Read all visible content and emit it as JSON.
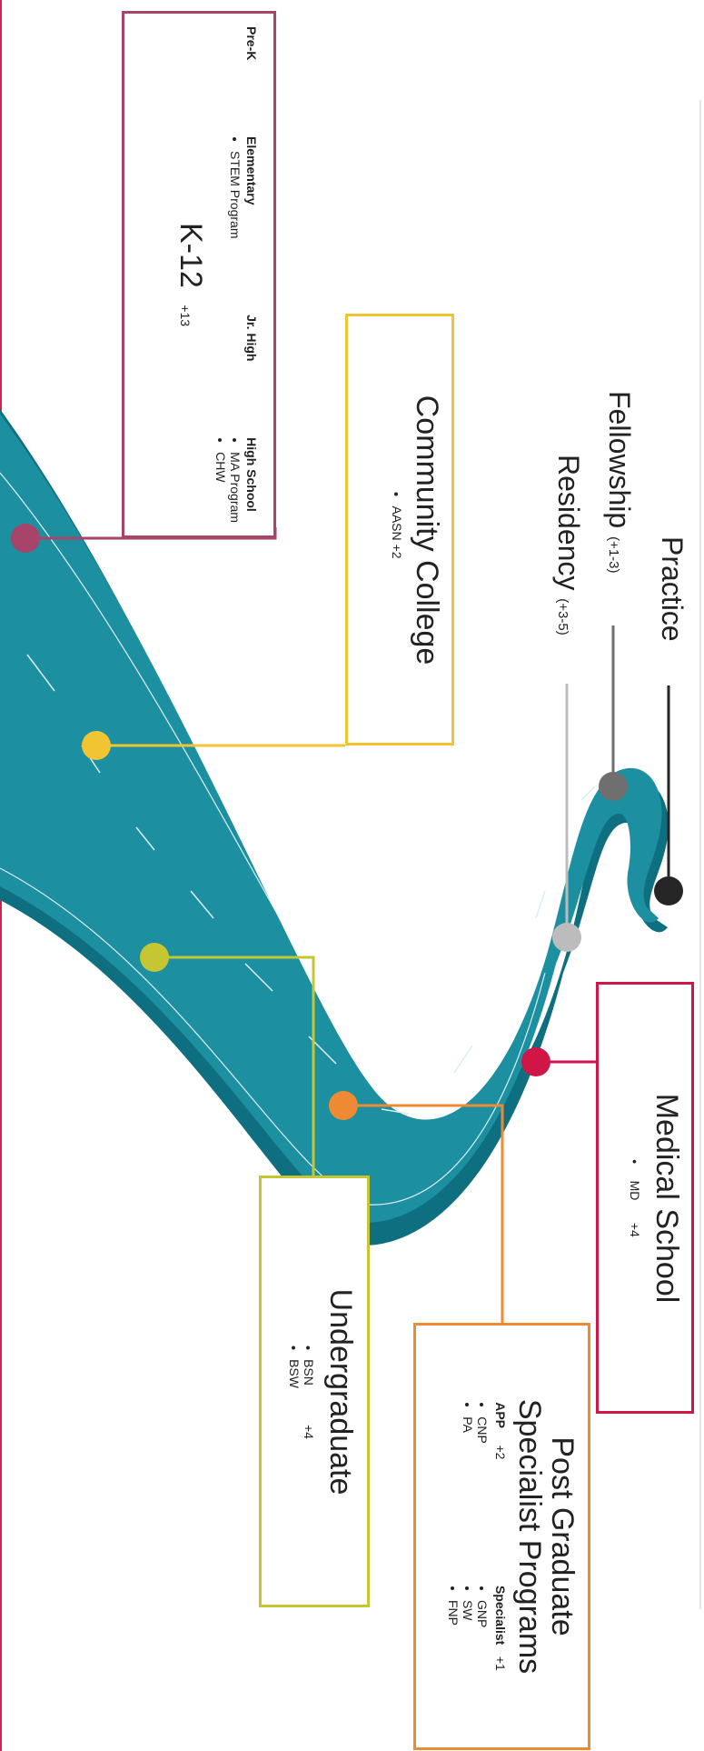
{
  "colors": {
    "road": "#1c8fa0",
    "road_shadow": "#0e6f80",
    "k12": "#a8436a",
    "community_college": "#f1c432",
    "undergraduate": "#c6c632",
    "post_graduate": "#ee8a33",
    "medical_school": "#d01547",
    "residency": "#bcbcbc",
    "fellowship": "#6f6f6f",
    "practice": "#262626"
  },
  "k12": {
    "title": "K-12",
    "years": "+13",
    "grades": [
      {
        "name": "Pre-K",
        "items": []
      },
      {
        "name": "Elementary",
        "items": [
          "STEM Program"
        ]
      },
      {
        "name": "Jr. High",
        "items": []
      },
      {
        "name": "High School",
        "items": [
          "MA Program",
          "CHW"
        ]
      }
    ]
  },
  "community_college": {
    "title": "Community College",
    "items": [
      "AASN +2"
    ]
  },
  "undergraduate": {
    "title": "Undergraduate",
    "years": "+4",
    "items": [
      "BSN",
      "BSW"
    ]
  },
  "post_graduate": {
    "title_line1": "Post Graduate",
    "title_line2": "Specialist Programs",
    "app_label": "APP",
    "app_years": "+2",
    "app_items": [
      "CNP",
      "PA"
    ],
    "specialist_label": "Specialist",
    "specialist_years": "+1",
    "specialist_items": [
      "GNP",
      "SW",
      "FNP"
    ]
  },
  "medical_school": {
    "title": "Medical School",
    "items": [
      "MD",
      "+4"
    ]
  },
  "practice": {
    "label": "Practice"
  },
  "fellowship": {
    "label": "Fellowship",
    "years": "(+1-3)"
  },
  "residency": {
    "label": "Residency",
    "years": "(+3-5)"
  }
}
